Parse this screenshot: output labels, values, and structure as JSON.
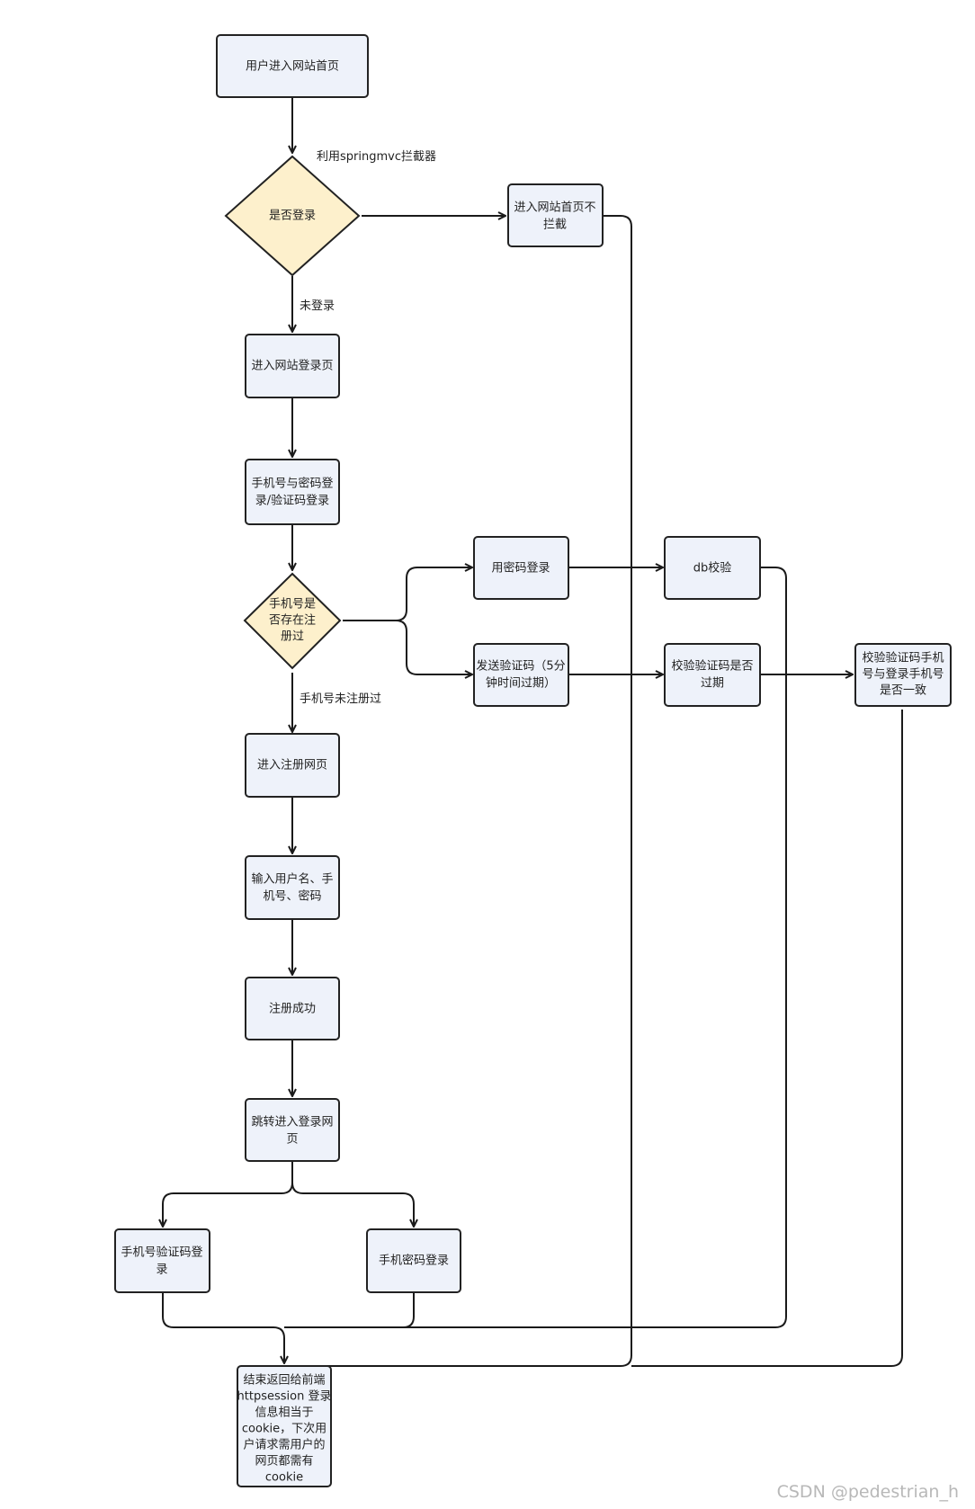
{
  "nodes": {
    "home": "用户进入网站首页",
    "is_logged_in": "是否登录",
    "no_intercept": [
      "进入网站首页不",
      "拦截"
    ],
    "login_page": "进入网站登录页",
    "login_methods": [
      "手机号与密码登",
      "录/验证码登录"
    ],
    "phone_registered": [
      "手机号是",
      "否存在注",
      "册过"
    ],
    "pwd_login": "用密码登录",
    "db_check": "db校验",
    "send_code": [
      "发送验证码（5分",
      "钟时间过期）"
    ],
    "check_code_expired": [
      "校验验证码是否",
      "过期"
    ],
    "check_phone_match": [
      "校验验证码手机",
      "号与登录手机号",
      "是否一致"
    ],
    "register_page": "进入注册网页",
    "input_info": [
      "输入用户名、手",
      "机号、密码"
    ],
    "register_success": "注册成功",
    "jump_login": [
      "跳转进入登录网",
      "页"
    ],
    "phone_code_login": [
      "手机号验证码登",
      "录"
    ],
    "phone_pwd_login": "手机密码登录",
    "end": [
      "结束返回给前端",
      "httpsession 登录",
      "信息相当于",
      "cookie，下次用",
      "户请求需用户的",
      "网页都需有",
      "cookie"
    ]
  },
  "edge_labels": {
    "interceptor": "利用springmvc拦截器",
    "not_logged_in": "未登录",
    "not_registered": "手机号未注册过"
  },
  "watermark": "CSDN @pedestrian_h"
}
